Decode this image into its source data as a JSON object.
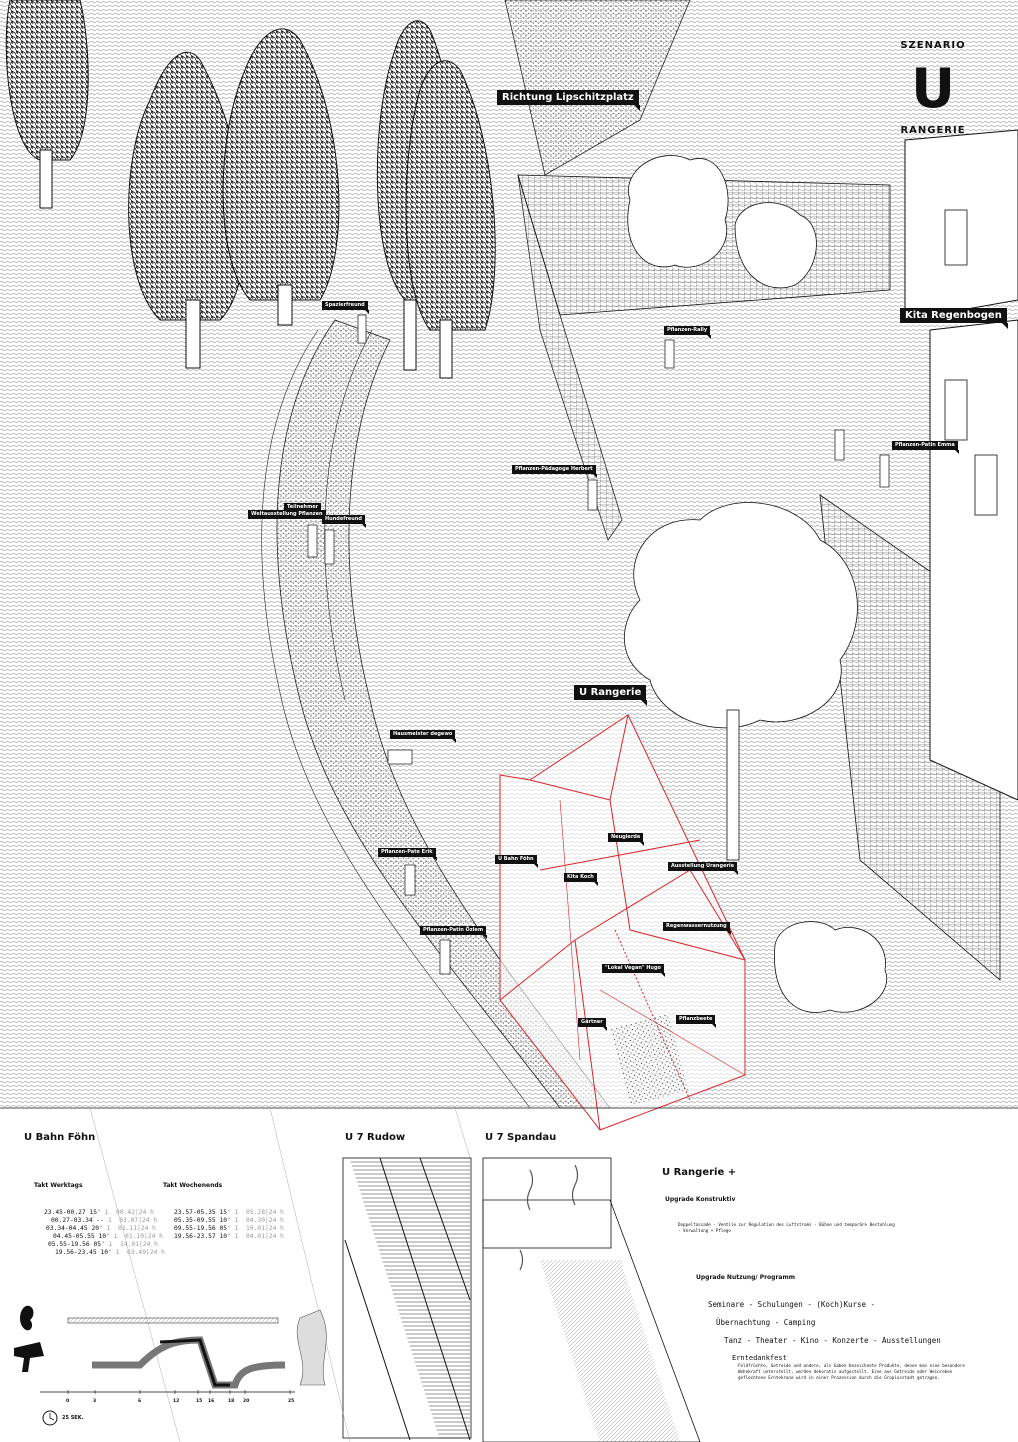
{
  "header": {
    "szenario": "SZENARIO",
    "letter": "U",
    "rangerie": "RANGERIE"
  },
  "places": {
    "lipschitz": "Richtung Lipschitzplatz",
    "kita": "Kita Regenbogen",
    "rangerie": "U Rangerie"
  },
  "people": {
    "spazier": "Spazierfreund",
    "rally": "Pflanzen-Rally",
    "herbert": "Pflanzen-Pädagoge Herbert",
    "emma": "Pflanzen-Patin Emma",
    "teilnehmer1": "Teilnehmer",
    "teilnehmer2": "Weltausstellung Pflanzen",
    "hund": "Hundefreund",
    "hausmeister": "Hausmeister degewo",
    "erik": "Pflanzen-Pate Erik",
    "ozlem": "Pflanzen-Patin Özlem",
    "neugierde": "Neugierde",
    "foehn": "U Bahn Föhn",
    "koch": "Kita Koch",
    "ausstellung": "Ausstellung Urangerie",
    "regen": "Regenwassernutzung",
    "hugo": "\"Lokal Vegan\" Hugo",
    "gaertner": "Gärtner",
    "beete": "Pflanzbeete"
  },
  "sections": {
    "foehn_title": "U Bahn Föhn",
    "rudow": "U 7 Rudow",
    "spandau": "U 7 Spandau",
    "rangerie_plus": "U Rangerie +"
  },
  "takt": {
    "werktags_label": "Takt Werktags",
    "wochenends_label": "Takt Wochenends",
    "werktags": [
      [
        "23.45-00.27 15' ",
        "1  00.42|24 h"
      ],
      [
        "00.27-03.34 -- ",
        "1  03.07|24 h"
      ],
      [
        "03.34-04.45 20' ",
        "1  01.11|24 h"
      ],
      [
        "04.45-05.55 10' ",
        "1  01.10|24 h"
      ],
      [
        "05.55-19.56 05' ",
        "1  14.01|24 h"
      ],
      [
        "19.56-23.45 10' ",
        "1  03.49|24 h"
      ]
    ],
    "wochenends": [
      [
        "23.57-05.35 15' ",
        "1  05.28|24 h"
      ],
      [
        "05.35-09.55 10' ",
        "1  04.30|24 h"
      ],
      [
        "09.55-19.56 05' ",
        "1  10.01|24 h"
      ],
      [
        "19.56-23.57 10' ",
        "1  04.01|24 h"
      ]
    ]
  },
  "timeline": {
    "ticks": [
      "0",
      "3",
      "6",
      "12",
      "15",
      "16",
      "18",
      "20",
      "25"
    ],
    "duration": "25 SEK."
  },
  "upgrade": {
    "konstruktiv_label": "Upgrade Konstruktiv",
    "konstruktiv_text1": "Doppelfassade - Ventile zur Regulation des Luftstroms - Bühne und temporäre Bestuhlung",
    "konstruktiv_text2": "- Verwaltung + Pflege",
    "nutzung_label": "Upgrade Nutzung/ Programm",
    "prog1": "Seminare - Schulungen - (Koch)Kurse -",
    "prog2": "Übernachtung - Camping",
    "prog3": "Tanz - Theater - Kino - Konzerte - Ausstellungen",
    "ernte_title": "Erntedankfest",
    "ernte1": "Feldfrüchte, Getreide und andere, als Gaben bezeichnete Produkte, denen man eine besondere",
    "ernte2": "Wohnkraft unterstellt, werden dekorativ aufgestellt. Eine aus Getreide oder Weinreben",
    "ernte3": "geflochtene Erntekrone wird in einer Prozession durch die Gropiusstadt getragen."
  },
  "colors": {
    "accent_red": "#d9262c",
    "ink": "#111111"
  }
}
